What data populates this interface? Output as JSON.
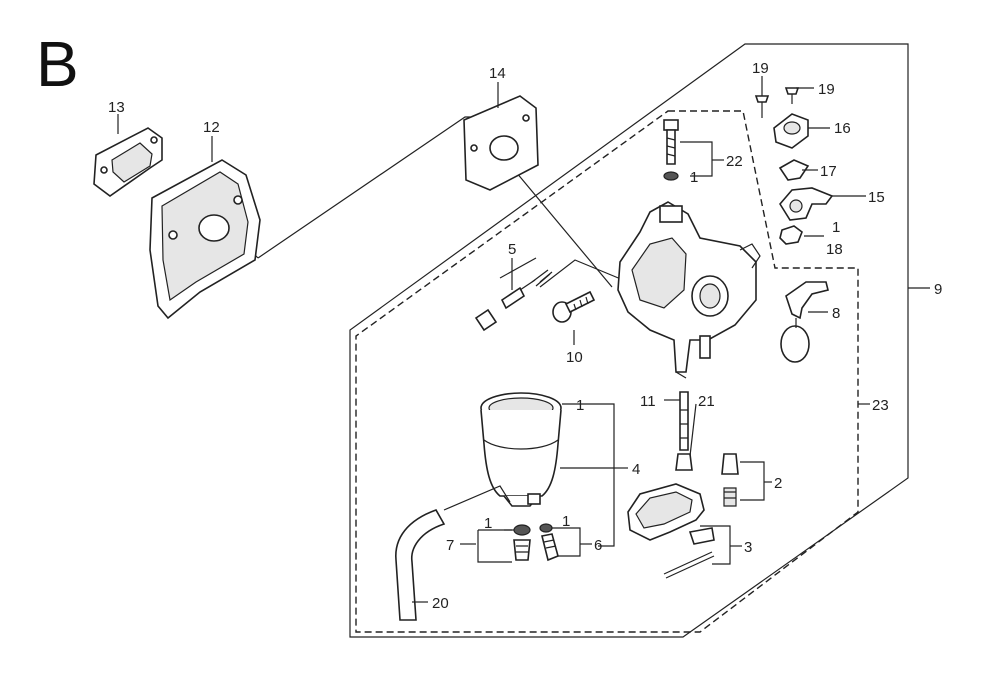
{
  "section_letter": "B",
  "callouts": {
    "c1": "1",
    "c2": "2",
    "c3": "3",
    "c4": "4",
    "c5": "5",
    "c6": "6",
    "c7": "7",
    "c8": "8",
    "c9": "9",
    "c10": "10",
    "c11": "11",
    "c12": "12",
    "c13": "13",
    "c14": "14",
    "c15": "15",
    "c16": "16",
    "c17": "17",
    "c18": "18",
    "c19": "19",
    "c20": "20",
    "c21": "21",
    "c22": "22",
    "c23": "23"
  }
}
